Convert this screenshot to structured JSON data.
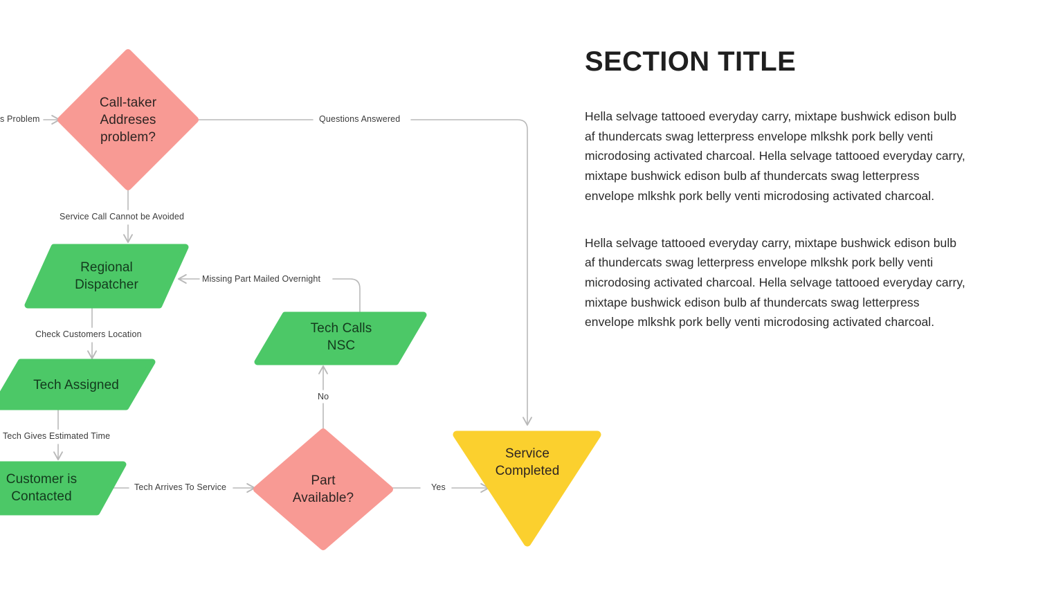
{
  "theme": {
    "background": "#ffffff",
    "decision_fill": "#F89A94",
    "process_fill": "#4CC867",
    "terminator_fill": "#FBD02E",
    "connector_stroke": "#b9b9b9",
    "node_text": "#2d2422",
    "green_node_text": "#133a1d",
    "edge_label_text": "#3a3a3a",
    "title_text": "#1f1f1f",
    "body_text": "#2a2a2a"
  },
  "flowchart": {
    "nodes": [
      {
        "id": "call-taker",
        "shape": "diamond",
        "label": "Call-taker\nAddreses\nproblem?"
      },
      {
        "id": "regional-dispatcher",
        "shape": "parallelogram",
        "label": "Regional\nDispatcher"
      },
      {
        "id": "tech-assigned",
        "shape": "parallelogram",
        "label": "Tech Assigned"
      },
      {
        "id": "customer-contacted",
        "shape": "parallelogram",
        "label": "Customer is\nContacted"
      },
      {
        "id": "tech-calls-nsc",
        "shape": "parallelogram",
        "label": "Tech Calls\nNSC"
      },
      {
        "id": "part-available",
        "shape": "diamond",
        "label": "Part\nAvailable?"
      },
      {
        "id": "service-completed",
        "shape": "triangle",
        "label": "Service\nCompleted"
      }
    ],
    "edge_labels": [
      {
        "id": "incoming-problem",
        "text": "s Problem"
      },
      {
        "id": "questions-answered",
        "text": "Questions Answered"
      },
      {
        "id": "service-call-not-avoided",
        "text": "Service Call Cannot be Avoided"
      },
      {
        "id": "missing-part-mailed",
        "text": "Missing Part Mailed Overnight"
      },
      {
        "id": "check-customers-location",
        "text": "Check Customers Location"
      },
      {
        "id": "tech-gives-estimated-time",
        "text": "Tech Gives Estimated Time"
      },
      {
        "id": "tech-arrives-to-service",
        "text": "Tech Arrives To Service"
      },
      {
        "id": "branch-no",
        "text": "No"
      },
      {
        "id": "branch-yes",
        "text": "Yes"
      }
    ]
  },
  "text_panel": {
    "title": "SECTION TITLE",
    "paragraphs": [
      "Hella selvage tattooed everyday carry, mixtape bushwick edison bulb af thundercats swag letterpress envelope mlkshk pork belly venti microdosing activated charcoal. Hella selvage tattooed everyday carry, mixtape bushwick edison bulb af thundercats swag letterpress envelope mlkshk pork belly venti microdosing activated charcoal.",
      "Hella selvage tattooed everyday carry, mixtape bushwick edison bulb af thundercats swag letterpress envelope mlkshk pork belly venti microdosing activated charcoal. Hella selvage tattooed everyday carry, mixtape bushwick edison bulb af thundercats swag letterpress envelope mlkshk pork belly venti microdosing activated charcoal."
    ]
  }
}
